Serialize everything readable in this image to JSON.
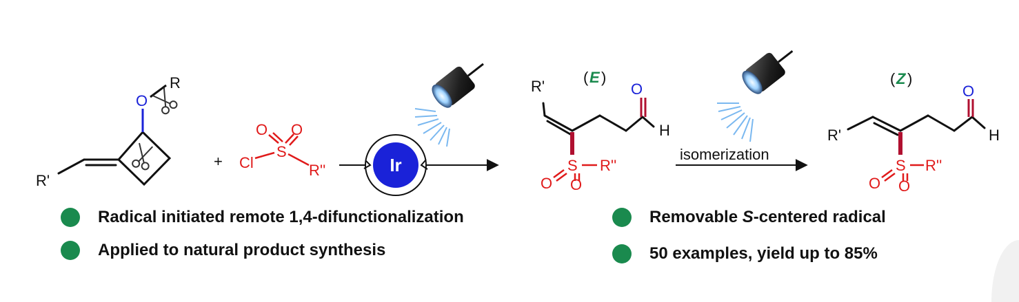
{
  "colors": {
    "bond": "#111111",
    "oxygen_blue": "#1a22d8",
    "sulfonyl_red": "#e01a1a",
    "highlight_bond": "#b01030",
    "stereo_green": "#1a8a4e",
    "catalyst": "#1a22d8",
    "bullet": "#1a8a4e",
    "light_rays": "#7ab8f0"
  },
  "icons": [
    "scissors-icon",
    "flashlight-icon"
  ],
  "reactant1": {
    "r_prime": "R'",
    "oxygen": "O",
    "r": "R"
  },
  "reactant2": {
    "plus": "+",
    "cl": "Cl",
    "s": "S",
    "o": "O",
    "r_double_prime": "R''"
  },
  "catalyst": {
    "label": "Ir"
  },
  "product_e": {
    "stereo_open": "(",
    "stereo": "E",
    "stereo_close": ")",
    "r_prime": "R'",
    "o": "O",
    "h": "H",
    "s": "S",
    "r_double_prime": "R''"
  },
  "isomerization": {
    "label": "isomerization"
  },
  "product_z": {
    "stereo_open": "(",
    "stereo": "Z",
    "stereo_close": ")",
    "r_prime": "R'",
    "o": "O",
    "h": "H",
    "s": "S",
    "r_double_prime": "R''"
  },
  "bullets": {
    "b1": "Radical initiated remote 1,4-difunctionalization",
    "b2": "Applied to natural product synthesis",
    "b3_pre": "Removable ",
    "b3_italic": "S",
    "b3_post": "-centered radical",
    "b4": "50 examples, yield up to 85%"
  }
}
